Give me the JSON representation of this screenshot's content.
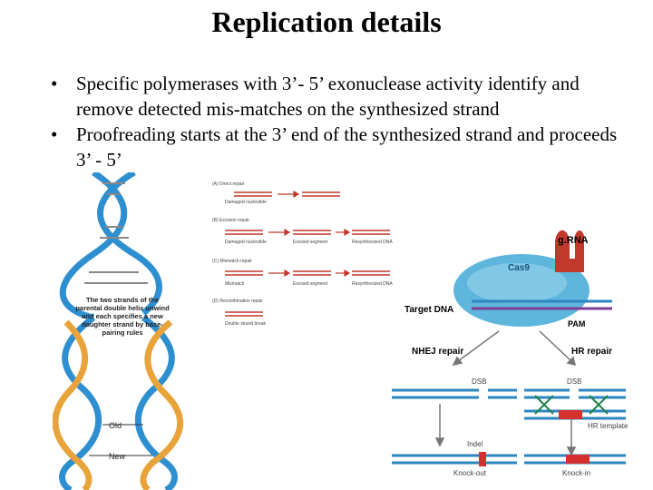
{
  "slide": {
    "title": "Replication details",
    "bullets": [
      "Specific polymerases with 3’- 5’ exonuclease activity identify and remove detected mis-matches on the synthesized strand",
      "Proofreading starts at the 3’ end of the synthesized strand and proceeds 3’ - 5’"
    ],
    "bullet_symbol": "•"
  },
  "dna_figure": {
    "caption": "The two strands of the parental double helix unwind and each specifies a new daughter strand by base-pairing rules",
    "old_label": "Old",
    "new_label": "New",
    "colors": {
      "strand_old": "#2e8fd0",
      "strand_new": "#e8a33a",
      "base": "#555555"
    }
  },
  "repair_figure": {
    "rows": [
      {
        "heading": "(A) Direct repair",
        "labels": [
          "Damaged nucleotide"
        ]
      },
      {
        "heading": "(B) Excision repair",
        "labels": [
          "Damaged nucleotide",
          "Excised segment",
          "Resynthesized DNA"
        ]
      },
      {
        "heading": "(C) Mismatch repair",
        "labels": [
          "Mismatch",
          "Excised segment",
          "Resynthesized DNA"
        ]
      },
      {
        "heading": "(D) Recombination repair",
        "labels": [
          "Double strand break"
        ]
      }
    ]
  },
  "crispr_figure": {
    "grna_label": "g.RNA",
    "cas9_label": "Cas9",
    "target_label": "Target DNA",
    "pam_label": "PAM",
    "nhej_label": "NHEJ repair",
    "hr_label": "HR repair",
    "dsb_label": "DSB",
    "hr_template_label": "HR template",
    "indel_label": "Indel",
    "knockout_label": "Knock-out",
    "knockin_label": "Knock-in",
    "colors": {
      "cas9": "#5fb6dc",
      "grna": "#c0392b",
      "dna": "#2e86c1",
      "pam": "#7d3c98",
      "repair_red": "#d62f2f",
      "cross": "#1e8449"
    }
  }
}
